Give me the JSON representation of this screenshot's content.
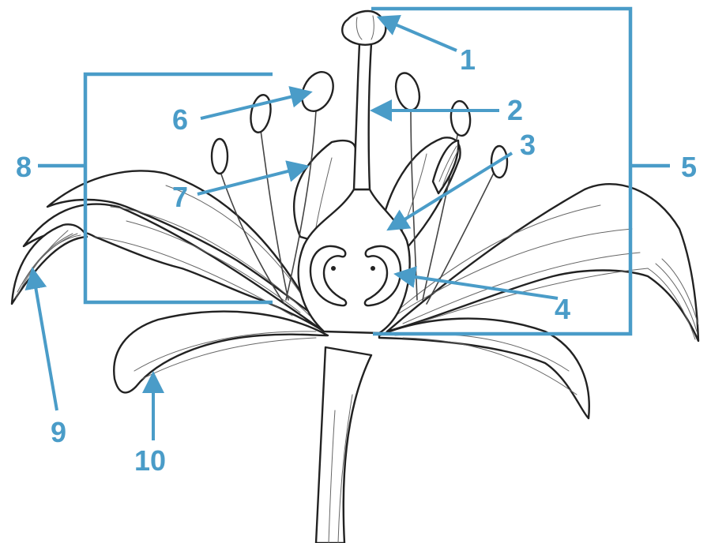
{
  "colors": {
    "accent": "#4a9cc8",
    "ink": "#222222",
    "background": "#ffffff"
  },
  "labels": [
    "1",
    "2",
    "3",
    "4",
    "5",
    "6",
    "7",
    "8",
    "9",
    "10"
  ]
}
